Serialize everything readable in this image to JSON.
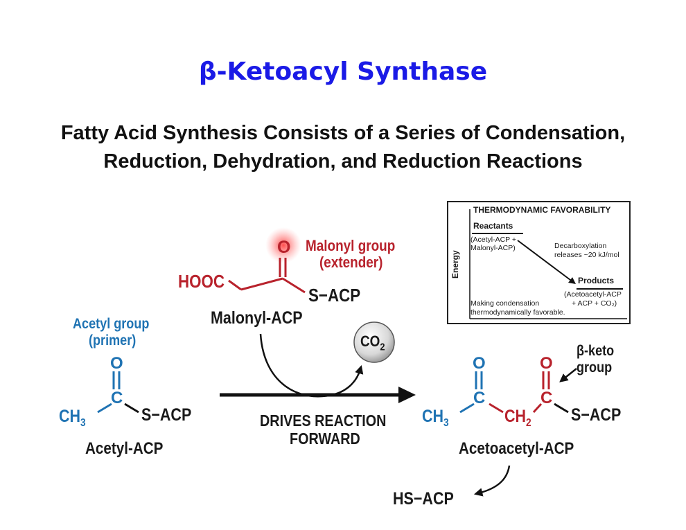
{
  "title": "β-Ketoacyl Synthase",
  "subtitle": "Fatty Acid Synthesis Consists of a Series of Condensation, Reduction, Dehydration, and Reduction Reactions",
  "malonyl": {
    "annotation_line1": "Malonyl group",
    "annotation_line2": "(extender)",
    "oxygen": "O",
    "hooc": "HOOC",
    "s_acp": "S−ACP",
    "name": "Malonyl-ACP"
  },
  "acetyl": {
    "annotation_line1": "Acetyl group",
    "annotation_line2": "(primer)",
    "oxygen": "O",
    "carbon": "C",
    "ch3": "CH",
    "ch3_sub": "3",
    "s_acp": "S−ACP",
    "name": "Acetyl-ACP"
  },
  "co2": {
    "label": "CO",
    "sub": "2"
  },
  "reaction": {
    "line1": "DRIVES REACTION",
    "line2": "FORWARD"
  },
  "acetoacetyl": {
    "annotation_line1": "β-keto",
    "annotation_line2": "group",
    "oxygen_1": "O",
    "oxygen_2": "O",
    "carbon_1": "C",
    "carbon_2": "C",
    "ch3": "CH",
    "ch3_sub": "3",
    "ch2": "CH",
    "ch2_sub": "2",
    "s_acp": "S−ACP",
    "name": "Acetoacetyl-ACP"
  },
  "hs_acp": "HS−ACP",
  "inset": {
    "title": "THERMODYNAMIC FAVORABILITY",
    "y_axis": "Energy",
    "reactants": "Reactants",
    "reactants_detail_1": "(Acetyl-ACP +",
    "reactants_detail_2": "Malonyl-ACP)",
    "decarb_1": "Decarboxylation",
    "decarb_2": "releases ~20 kJ/mol",
    "products": "Products",
    "products_detail_1": "(Acetoacetyl-ACP",
    "products_detail_2": "+ ACP + CO₂)",
    "note_1": "Making condensation",
    "note_2": "thermodynamically favorable."
  },
  "colors": {
    "title": "#1a1ae6",
    "acetyl_blue": "#1f73b3",
    "malonyl_red": "#b8222c",
    "glow": "#ff5555"
  }
}
